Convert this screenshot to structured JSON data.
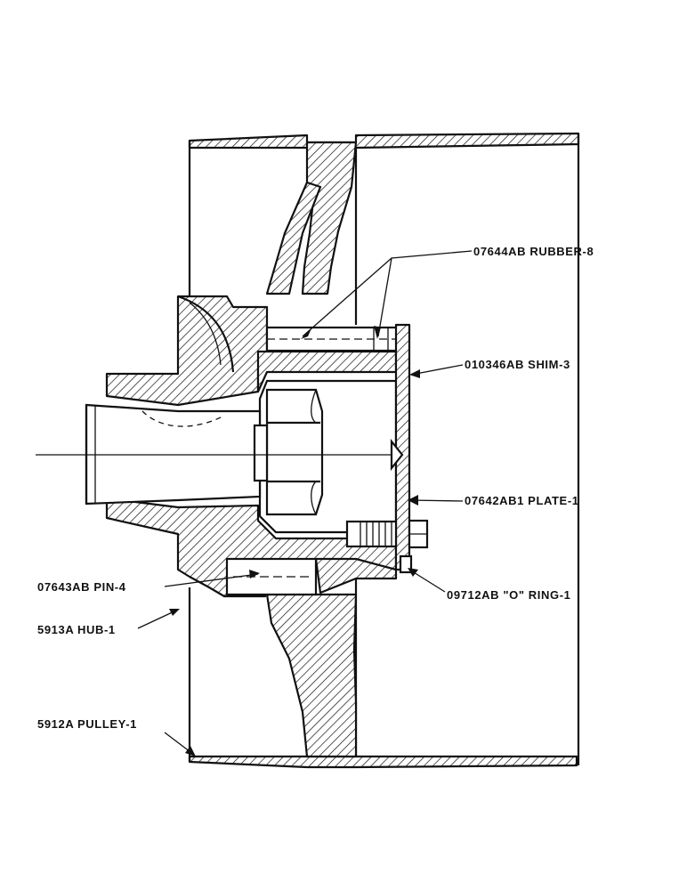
{
  "labels": {
    "rubber": "07644AB RUBBER-8",
    "shim": "010346AB SHIM-3",
    "plate": "07642AB1 PLATE-1",
    "oring": "09712AB \"O\" RING-1",
    "pin": "07643AB PIN-4",
    "hub": "5913A HUB-1",
    "pulley": "5912A PULLEY-1"
  },
  "colors": {
    "ink": "#111111",
    "paper": "#ffffff"
  }
}
